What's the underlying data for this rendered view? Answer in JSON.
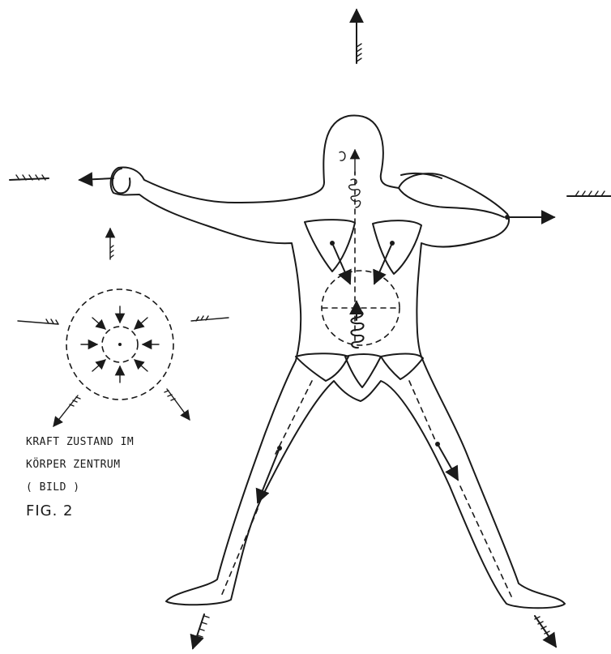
{
  "caption": {
    "line1": "KRAFT ZUSTAND IM",
    "line2": "KÖRPER ZENTRUM",
    "line3": "( BILD )",
    "figure_label": "FIG. 2"
  }
}
